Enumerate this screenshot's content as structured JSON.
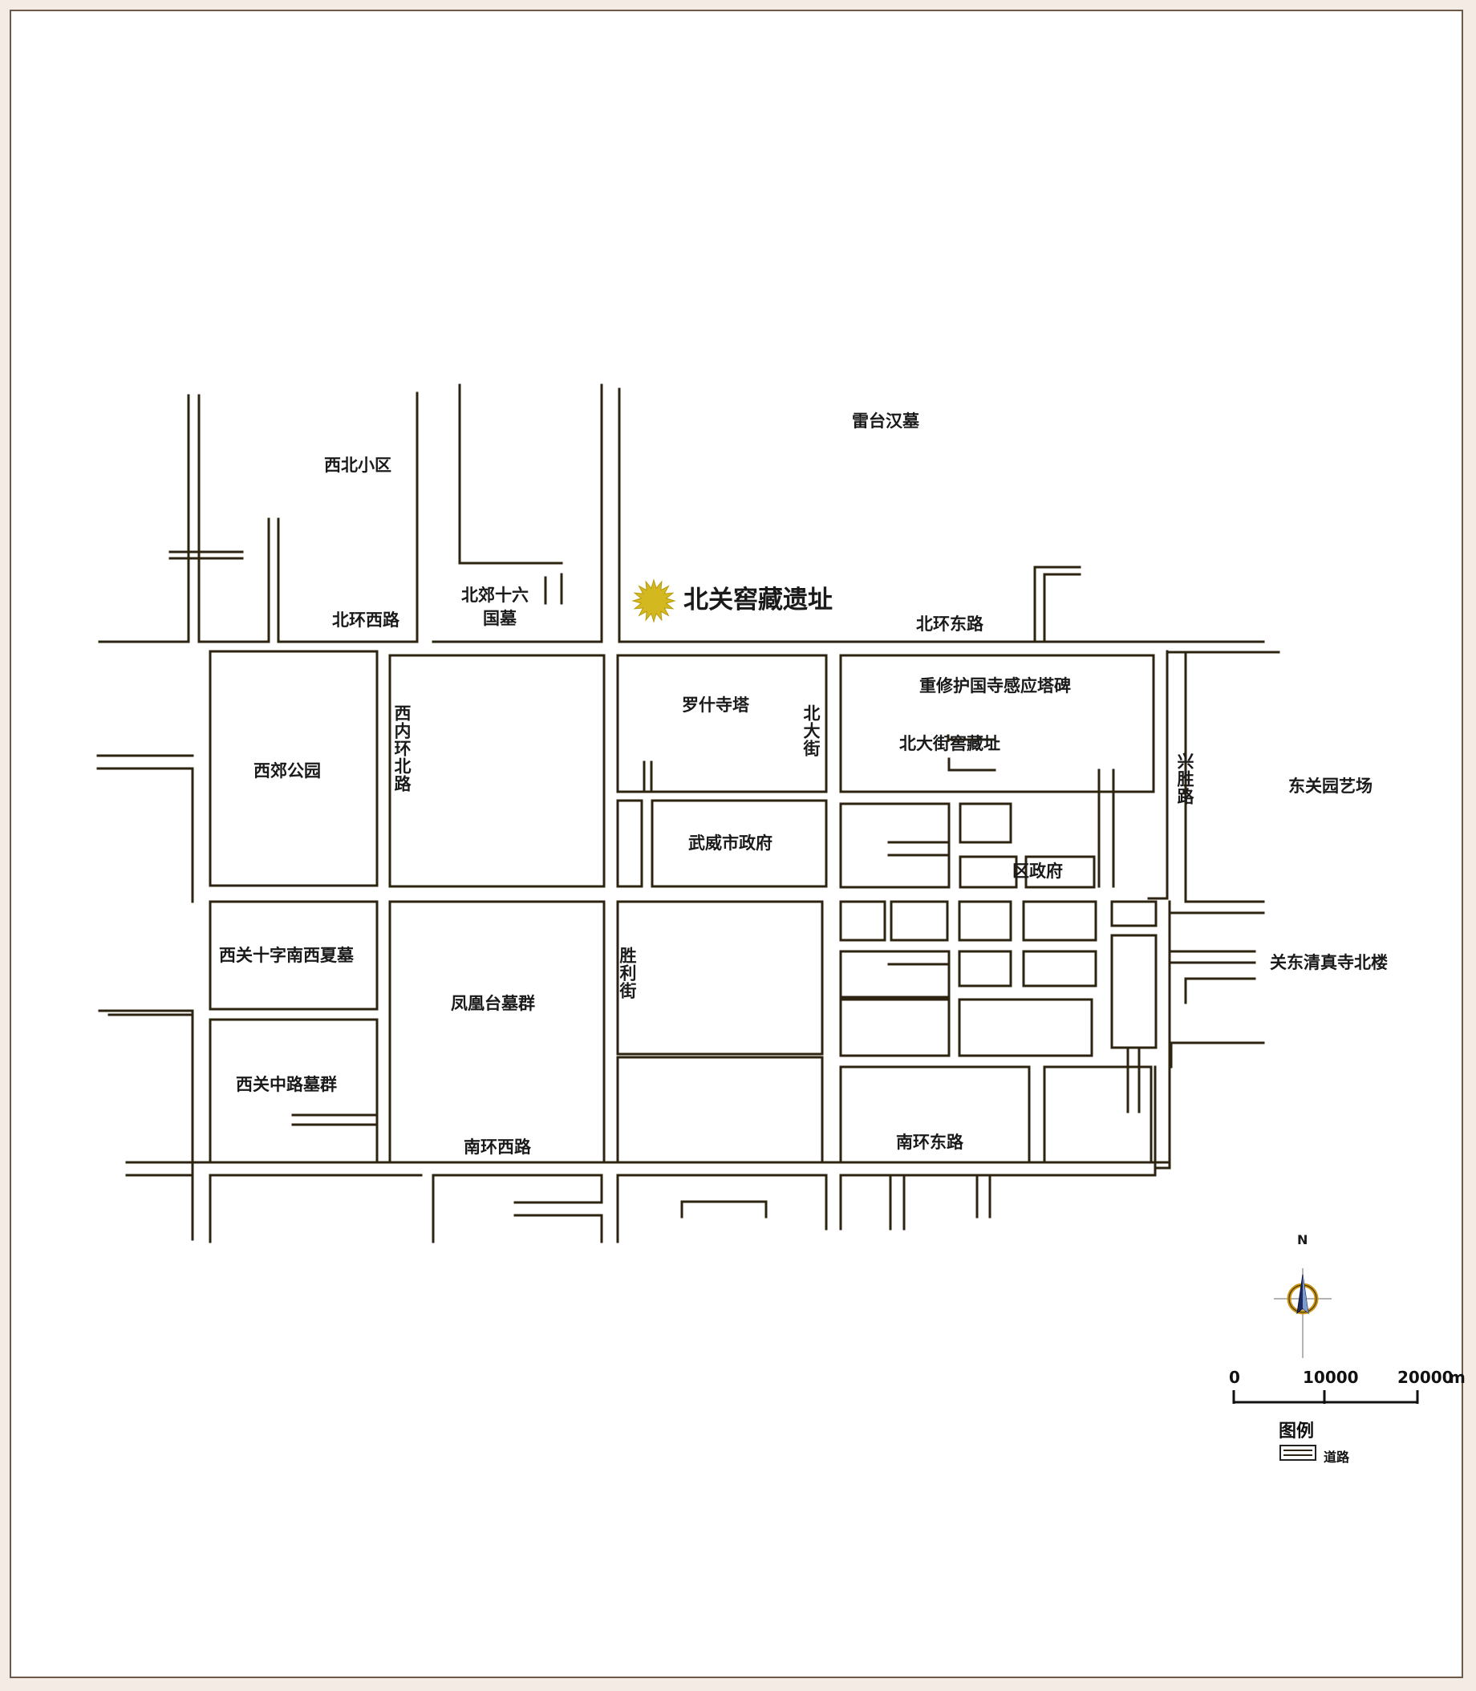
{
  "map": {
    "background": "#ffffff",
    "road_color": "#2c2410",
    "marker_color": "#d4b820"
  },
  "labels": {
    "xibei_xiaoqu": "西北小区",
    "leitai_hanmu": "雷台汉墓",
    "beijiao_16_line1": "北郊十六",
    "beijiao_16_line2": "国墓",
    "beiguan_site": "北关窖藏遗址",
    "beihuan_xilu": "北环西路",
    "beihuan_donglu": "北环东路",
    "xijiao_gongyuan": "西郊公园",
    "xi_neihuan_beilu": "西内环北路",
    "luoshi_sita": "罗什寺塔",
    "bei_dajie": "北大街",
    "chongxiu_bei": "重修护国寺感应塔碑",
    "bei_dajie_jiaocang": "北大街窖藏址",
    "xingsheng_lu": "兴胜路",
    "dongguan_yuanyichang": "东关园艺场",
    "wuwei_shizhengfu": "武威市政府",
    "qu_zhengfu": "区政府",
    "xiguan_shizi": "西关十字南西夏墓",
    "fenghuangtai": "凤凰台墓群",
    "shengli_jie": "胜利街",
    "guandong_qingzhensi": "关东清真寺北楼",
    "xiguan_zhonglu": "西关中路墓群",
    "nanhuan_xilu": "南环西路",
    "nanhuan_donglu": "南环东路"
  },
  "compass": {
    "north_label": "N",
    "icon": "compass-rose-icon"
  },
  "scale_bar": {
    "tick_0": "0",
    "tick_1": "10000",
    "tick_2": "20000",
    "unit": "m"
  },
  "legend": {
    "title": "图例",
    "items": [
      {
        "label": "道路",
        "icon": "road-symbol-icon"
      }
    ]
  }
}
